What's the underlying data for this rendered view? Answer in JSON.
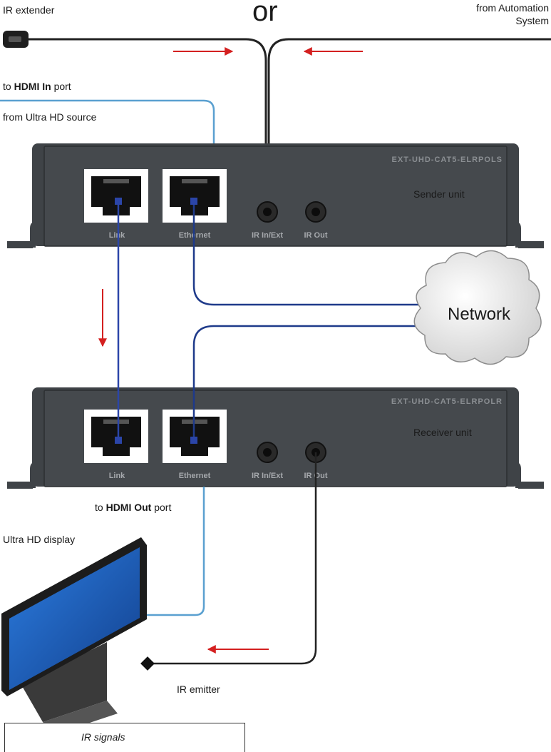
{
  "labels": {
    "ir_extender": "IR extender",
    "or": "or",
    "automation_line1": "from Automation",
    "automation_line2": "System",
    "hdmi_in_prefix": "to ",
    "hdmi_in_bold": "HDMI In",
    "hdmi_in_suffix": " port",
    "source": "from Ultra HD source",
    "sender_unit": "Sender unit",
    "network": "Network",
    "receiver_unit": "Receiver unit",
    "hdmi_out_prefix": "to ",
    "hdmi_out_bold": "HDMI Out",
    "hdmi_out_suffix": " port",
    "display": "Ultra HD display",
    "ir_emitter": "IR emitter"
  },
  "sender": {
    "model": "EXT-UHD-CAT5-ELRPOLS",
    "port_link": "Link",
    "port_ethernet": "Ethernet",
    "port_ir_in": "IR In/Ext",
    "port_ir_out": "IR Out"
  },
  "receiver": {
    "model": "EXT-UHD-CAT5-ELRPOLR",
    "port_link": "Link",
    "port_ethernet": "Ethernet",
    "port_ir_in": "IR In/Ext",
    "port_ir_out": "IR Out"
  },
  "legend": {
    "ir_signals": "IR signals"
  },
  "colors": {
    "ir_arrow": "#d42020",
    "hdmi_cable": "#5aa0d0",
    "cat_cable": "#1e3a8a",
    "ir_cable": "#222222",
    "unit_body": "#3f4347",
    "screen": "#1f5fbf"
  }
}
